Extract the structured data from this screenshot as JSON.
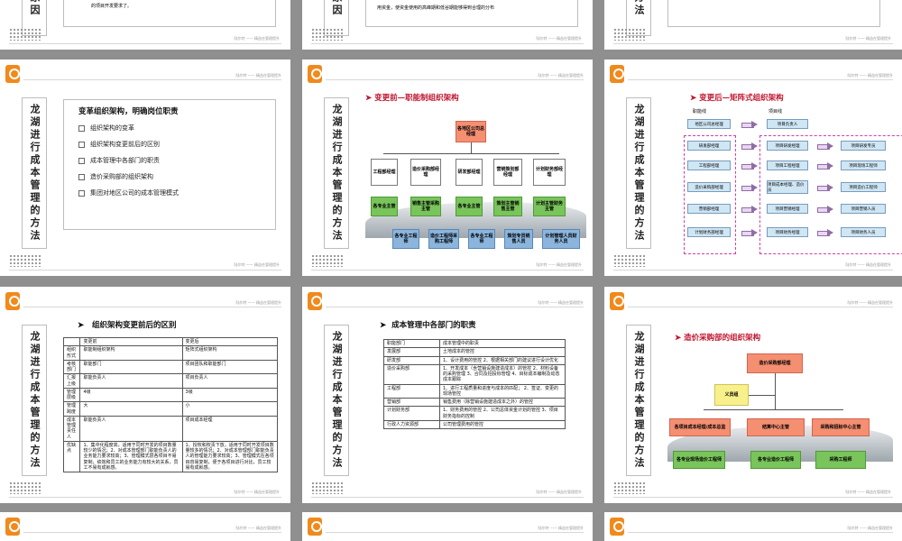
{
  "header_tagline": "陆尔特 —— 精益在管理提升",
  "side_label": "龙湖进行成本管理的方法",
  "top_row": {
    "s1_side": "原因",
    "s1_text": "的项目开发要求了。",
    "s2_side": "原因",
    "s2_text": "用资金，使资金使用的高峰期和低谷期能够得到合理的分布",
    "s3_side": "方法"
  },
  "slide_toc": {
    "title": "变革组织架构，明确岗位职责",
    "items": [
      "组织架构的变革",
      "组织架构变更前后的区别",
      "成本管理中各部门的职责",
      "造价采购部的组织架构",
      "集团对地区公司的成本管理模式"
    ]
  },
  "slide_before": {
    "title": "变更前—职能制组织架构",
    "top": "各地区公司总经理",
    "depts": [
      "工程部经理",
      "造价采购部经理",
      "研发部经理",
      "营销策划部经理",
      "计划财务部经理"
    ],
    "leads": [
      "各专业主管",
      "销售主管采购主管",
      "各专业主管",
      "策划主管销售主管",
      "计划主管财务主管"
    ],
    "staff": [
      "各专业工程师",
      "造价工程师采购工程师",
      "各专业工程师",
      "策划专员销售人员",
      "计划管理人员财务人员"
    ]
  },
  "slide_after": {
    "title": "变更后—矩阵式组织架构",
    "col1_label": "职能线",
    "col2_label": "项目线",
    "col1": [
      "地区公司总经理",
      "研发部经理",
      "工程部经理",
      "造价采购部经理",
      "营销部经理",
      "计划财务部经理"
    ],
    "col2": [
      "项目负责人",
      "项目研发经理",
      "项目工程经理",
      "项目成本经理、造价员",
      "项目营销经理",
      "项目财务经理"
    ],
    "col3": [
      "项目研发专员",
      "项目现场工程师",
      "项目造价工程师",
      "项目营销人员",
      "项目财务人员"
    ]
  },
  "slide_diff": {
    "title": "组织架构变更前后的区别",
    "header": [
      "",
      "变更前",
      "变更后"
    ],
    "rows": [
      [
        "组织形式",
        "职能制组织架构",
        "矩阵式组织架构"
      ],
      [
        "考核部门",
        "职能部门",
        "项目团队和职能部门"
      ],
      [
        "汇报上级",
        "职能负责人",
        "项目负责人"
      ],
      [
        "管理层级",
        "4级",
        "3级"
      ],
      [
        "管理跨度",
        "大",
        "小"
      ],
      [
        "成本管理责任人",
        "职能负责人",
        "项目成本经理"
      ],
      [
        "优缺点",
        "1、集中化程度高，适用于同时开发的项目数量较少的情况；2、对成本管理部门职能负责人的业务能力要求较高；3、管理模式层各项目不易复制，绩效和员工的业务能力有较大的关系，员工不易有成就感。",
        "1、授权和权责下放，适用于同时开发项目数量较多的情况；2、对成本管理部门职能负责人的管理能力要求较高；3、管理模式在各项目容易复制，便于各项目进行对比，员工较易有成就感。"
      ]
    ]
  },
  "slide_duties": {
    "title": "成本管理中各部门的职责",
    "header": [
      "职能部门",
      "成本管理中的职责"
    ],
    "rows": [
      [
        "发展部",
        "土地成本的管控"
      ],
      [
        "研发部",
        "1、设计费用的管控 2、根据相关部门的建议进行设计优化"
      ],
      [
        "造价采购部",
        "1、开发成本（含营销设施建造成本）的管控 2、材料设备的采购管理 3、合同及招投标管理 4、目标成本编制及动态成本跟踪"
      ],
      [
        "工程部",
        "1、进行工程质量和进度与成本的匹配； 2、签证、变更的现场管控"
      ],
      [
        "营销部",
        "销售费用（除营销设施建造成本之外）的管控"
      ],
      [
        "计划财务部",
        "1、财务费用的管控 2、公司总体资金计划的管控 3、项目财务指标的控制"
      ],
      [
        "行政人力资源部",
        "公司管理费用的管控"
      ]
    ]
  },
  "slide_procure": {
    "title": "造价采购部的组织架构",
    "top": "造价采购部经理",
    "side": "义员组",
    "mid": [
      "各项目成本经理/成本总监",
      "结算中心主管",
      "采购和招标中心主管"
    ],
    "bottom": [
      "各专业现场造价工程师",
      "各专业造价工程师",
      "采购工程师"
    ]
  }
}
